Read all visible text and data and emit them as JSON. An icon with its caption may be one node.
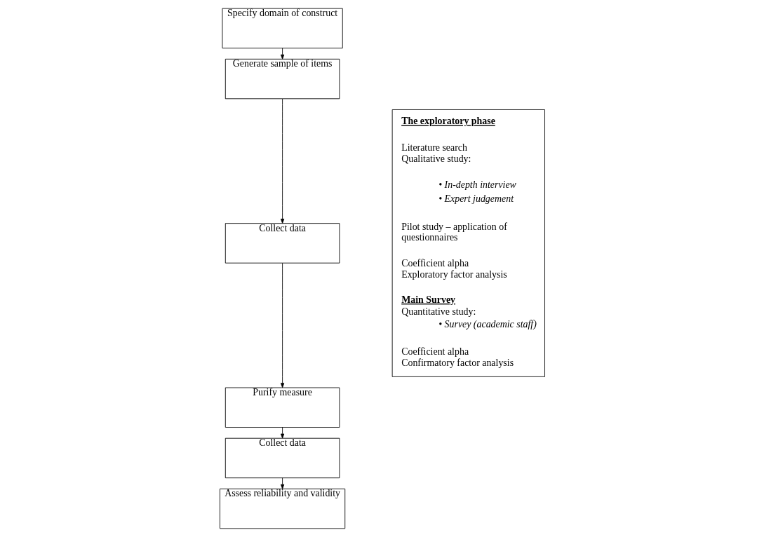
{
  "diagram": {
    "nodes": [
      {
        "text": [
          "Specify domain of construct"
        ]
      },
      {
        "text": [
          "Generate sample of items"
        ]
      },
      {
        "text": [
          "Collect data"
        ]
      },
      {
        "text": [
          "Purify measure"
        ]
      },
      {
        "text": [
          "Collect data"
        ]
      },
      {
        "text": [
          "Assess reliability and validity"
        ]
      },
      {
        "text": [
          "The exploratory phase",
          "Literature search",
          "Qualitative study:",
          "• In-depth interview",
          "• Expert judgement",
          "Pilot study – application of questionnaires",
          "Coefficient alpha",
          "Exploratory factor analysis",
          "Main Survey",
          "Quantitative study:",
          "• Survey (academic staff)",
          "Coefficient alpha",
          "Confirmatory factor analysis"
        ]
      }
    ],
    "edges": [
      {
        "from": 0,
        "to": 1,
        "arrow": "to"
      },
      {
        "from": 1,
        "to": 2,
        "arrow": "to"
      },
      {
        "from": 2,
        "to": 3,
        "arrow": "to"
      },
      {
        "from": 3,
        "to": 4,
        "arrow": "to"
      },
      {
        "from": 4,
        "to": 5,
        "arrow": "to"
      }
    ]
  }
}
